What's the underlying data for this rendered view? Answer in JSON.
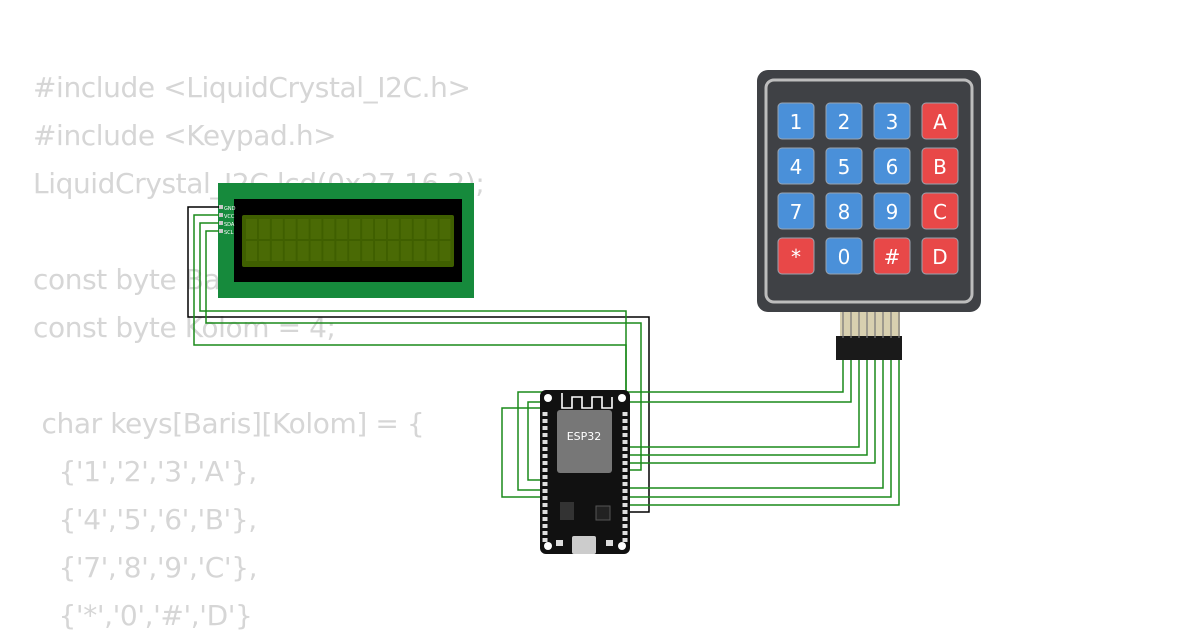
{
  "code_lines": [
    "#include <LiquidCrystal_I2C.h>",
    "#include <Keypad.h>",
    "LiquidCrystal_I2C lcd(0x27,16,2);",
    "",
    "const byte Baris = 4;",
    "const byte Kolom = 4;",
    "",
    " char keys[Baris][Kolom] = {",
    "   {'1','2','3','A'},",
    "   {'4','5','6','B'},",
    "   {'7','8','9','C'},",
    "   {'*','0','#','D'}"
  ],
  "keypad": {
    "keys": [
      [
        "1",
        "2",
        "3",
        "A"
      ],
      [
        "4",
        "5",
        "6",
        "B"
      ],
      [
        "7",
        "8",
        "9",
        "C"
      ],
      [
        "*",
        "0",
        "#",
        "D"
      ]
    ],
    "number_key_color": "#4a90d9",
    "letter_key_color": "#e84848",
    "body_color": "#3f4145"
  },
  "lcd": {
    "pins": [
      "GND",
      "VCC",
      "SDA",
      "SCL"
    ],
    "pcb_color": "#168a3c",
    "screen_color": "#3f5f00"
  },
  "esp32": {
    "chip_label": "ESP32"
  },
  "wire_color": "#1a8a1a"
}
